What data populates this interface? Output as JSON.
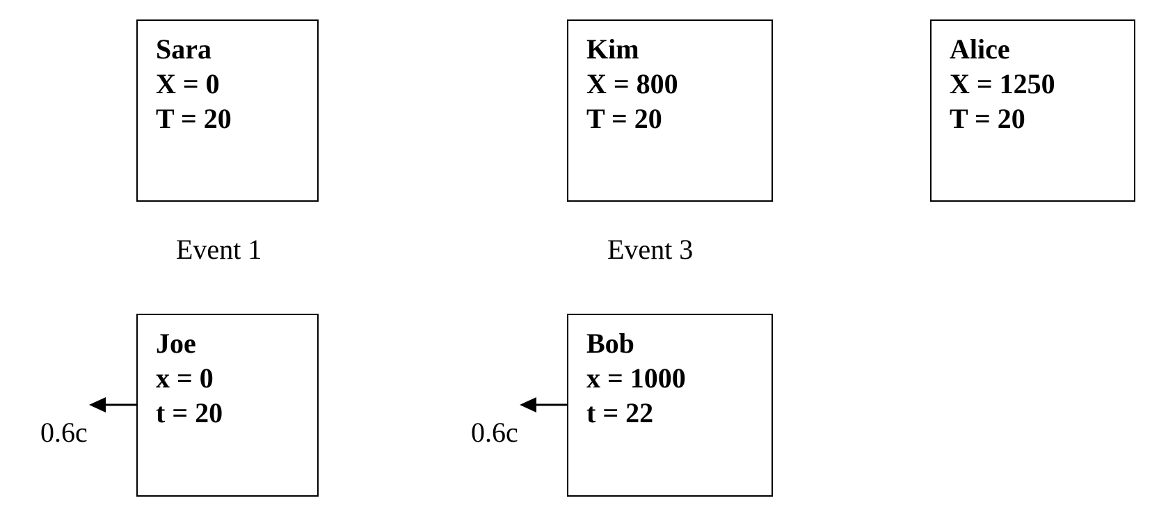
{
  "observers": [
    {
      "name": "Sara",
      "position": "X = 0",
      "time": "T = 20"
    },
    {
      "name": "Kim",
      "position": "X = 800",
      "time": "T = 20"
    },
    {
      "name": "Alice",
      "position": "X = 1250",
      "time": "T = 20"
    },
    {
      "name": "Joe",
      "position": "x = 0",
      "time": "t = 20"
    },
    {
      "name": "Bob",
      "position": "x = 1000",
      "time": "t = 22"
    }
  ],
  "events": [
    {
      "label": "Event 1"
    },
    {
      "label": "Event 3"
    }
  ],
  "velocities": [
    {
      "label": "0.6c"
    },
    {
      "label": "0.6c"
    }
  ]
}
